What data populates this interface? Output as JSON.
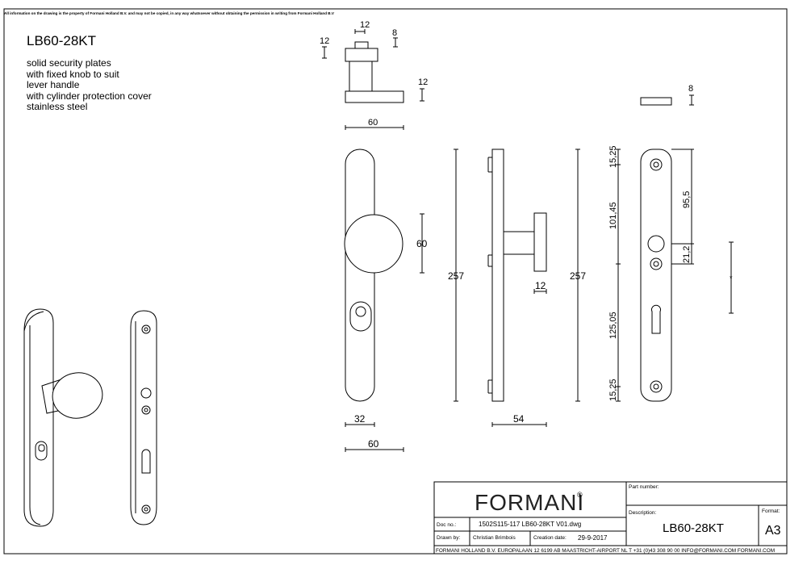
{
  "header": {
    "notice": "All information on the drawing is the property of Formani Holland B.V. and may not be copied, in any way whatsoever without obtaining the permission in writing from Formani Holland B.V"
  },
  "product": {
    "code": "LB60-28KT",
    "description": [
      "solid security plates",
      "with fixed knob to suit",
      "lever handle",
      "with cylinder protection cover",
      "stainless steel"
    ]
  },
  "dimensions": {
    "knob_top_width": "12",
    "knob_top_height": "12",
    "knob_top_offset": "8",
    "base_thickness": "12",
    "base_width": "60",
    "section_thickness": "8",
    "knob_diameter": "60",
    "plate_length_front": "257",
    "plate_length_side": "257",
    "plate_width_bottom": "32",
    "overall_width": "60",
    "side_projection": "54",
    "side_knob_thickness": "12",
    "top_hole_offset": "15,25",
    "top_to_knob_hole": "101,45",
    "top_to_center": "95,5",
    "knob_hole_gap": "21,2",
    "center_to_bottom_hole": "125,05",
    "bottom_hole_offset": "15,25",
    "asterisk": "*"
  },
  "title_block": {
    "brand": "FORMANI",
    "registered": "®",
    "part_number_label": "Part number:",
    "part_number_value": "",
    "description_label": "Description:",
    "description_value": "LB60-28KT",
    "format_label": "Format:",
    "format_value": "A3",
    "doc_no_label": "Doc no.:",
    "doc_no_value": "1502S115-117 LB60-28KT V01.dwg",
    "drawn_by_label": "Drawn by:",
    "drawn_by_value": "Christian Brimbois",
    "creation_date_label": "Creation date:",
    "creation_date_value": "29-9-2017",
    "footer": "FORMANI HOLLAND B.V.  EUROPALAAN 12  6199 AB MAASTRICHT-AIRPORT NL  T +31 (0)43 308 90 00 INFO@FORMANI.COM FORMANI.COM"
  }
}
